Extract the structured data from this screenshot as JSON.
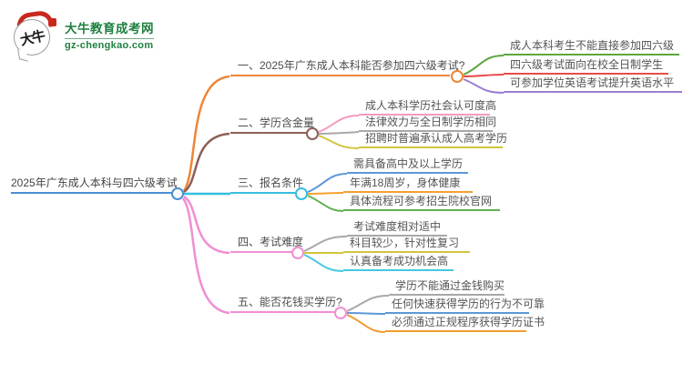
{
  "logo": {
    "title": "大牛教育成考网",
    "domain": "gz-chengkao.com",
    "icon_text": "大牛",
    "brand_color": "#1e8040",
    "seal_color": "#c9281e"
  },
  "mindmap": {
    "root": {
      "label": "2025年广东成人本科与四六级考试",
      "color": "#4a8fd3"
    },
    "branches": [
      {
        "label": "一、2025年广东成人本科能否参加四六级考试?",
        "color": "#ef8537",
        "children": [
          {
            "label": "成人本科考生不能直接参加四六级",
            "color": "#5da73e"
          },
          {
            "label": "四六级考试面向在校全日制学生",
            "color": "#e74c4c"
          },
          {
            "label": "可参加学位英语考试提升英语水平",
            "color": "#9b7fd4"
          }
        ]
      },
      {
        "label": "二、学历含金量",
        "color": "#8d5f57",
        "children": [
          {
            "label": "成人本科学历社会认可度高",
            "color": "#f49ac1"
          },
          {
            "label": "法律效力与全日制学历相同",
            "color": "#a8a8a8"
          },
          {
            "label": "招聘时普遍承认成人高考学历",
            "color": "#d2c53e"
          }
        ]
      },
      {
        "label": "三、报名条件",
        "color": "#35bfdf",
        "children": [
          {
            "label": "需具备高中及以上学历",
            "color": "#5e97d8"
          },
          {
            "label": "年满18周岁，身体健康",
            "color": "#f5a032"
          },
          {
            "label": "具体流程可参考招生院校官网",
            "color": "#62b152"
          }
        ]
      },
      {
        "label": "四、考试难度",
        "color": "#f08fd3",
        "children": [
          {
            "label": "考试难度相对适中",
            "color": "#a8a8a8"
          },
          {
            "label": "科目较少，针对性复习",
            "color": "#d2c53e"
          },
          {
            "label": "认真备考成功机会高",
            "color": "#45c8e0"
          }
        ]
      },
      {
        "label": "五、能否花钱买学历?",
        "color": "#f08fd3",
        "children": [
          {
            "label": "学历不能通过金钱购买",
            "color": "#a8a8a8"
          },
          {
            "label": "任何快速获得学历的行为不可靠",
            "color": "#5e97d8"
          },
          {
            "label": "必须通过正规程序获得学历证书",
            "color": "#f39b2d"
          }
        ]
      }
    ]
  }
}
